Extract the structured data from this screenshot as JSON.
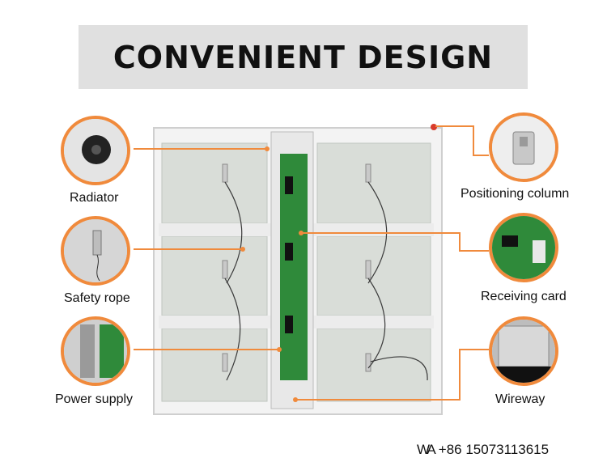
{
  "title": "CONVENIENT DESIGN",
  "labels": {
    "radiator": "Radiator",
    "safety_rope": "Safety rope",
    "power_supply": "Power supply",
    "positioning_column": "Positioning column",
    "receiving_card": "Receiving card",
    "wireway": "Wireway"
  },
  "watermark": {
    "prefix": "WA",
    "phone": "+86 15073113615"
  },
  "colors": {
    "accent": "#f08a3c",
    "banner": "#e0e0e0",
    "board": "#2f8a3a"
  }
}
